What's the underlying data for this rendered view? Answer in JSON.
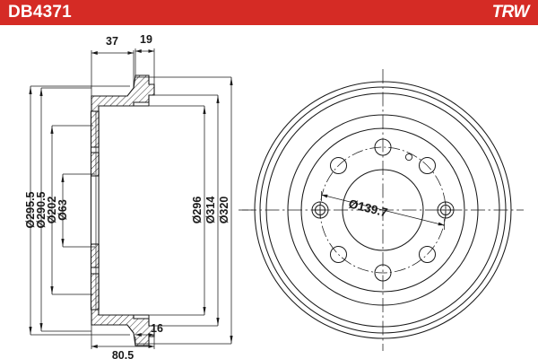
{
  "header": {
    "part_number": "DB4371",
    "brand": "TRW",
    "background_color": "#d52b25",
    "text_color": "#ffffff"
  },
  "drawing": {
    "type": "brake-drum-technical-drawing",
    "line_color": "#1a1a1a",
    "views": {
      "section": {
        "name": "cross-section-view",
        "dimensions": {
          "width_37": "37",
          "width_19": "19",
          "width_80_5": "80.5",
          "width_16": "16",
          "dia_295_5": "Ø295.5",
          "dia_290_5": "Ø290.5",
          "dia_202": "Ø202",
          "dia_63": "Ø63",
          "dia_296": "Ø296",
          "dia_314": "Ø314",
          "dia_320": "Ø320"
        }
      },
      "front": {
        "name": "front-circular-view",
        "dimensions": {
          "bolt_circle": "Ø139.7"
        },
        "bolt_hole_count": 8
      }
    }
  }
}
